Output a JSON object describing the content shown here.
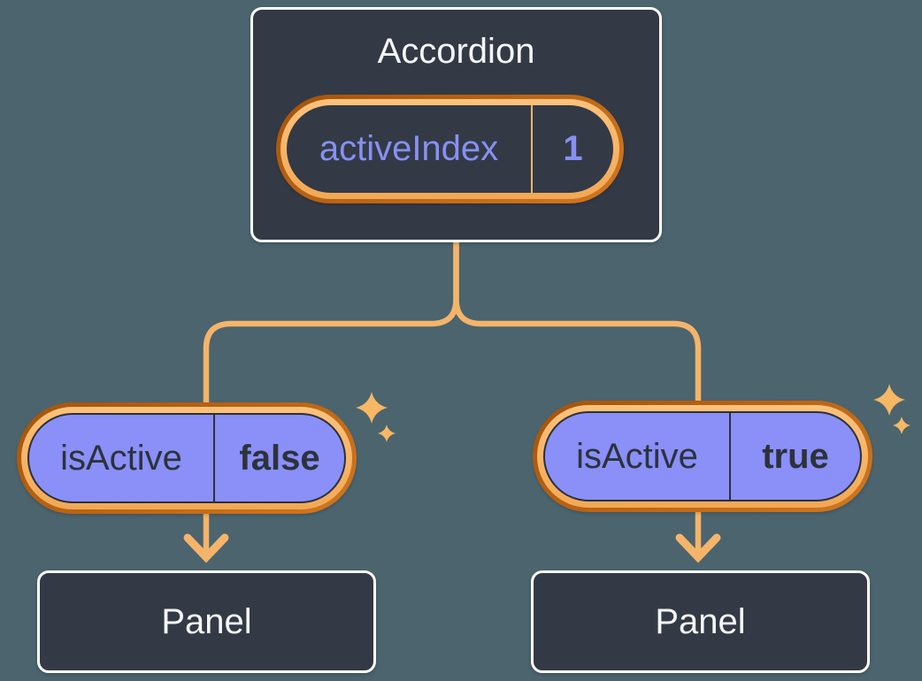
{
  "diagram": {
    "root": {
      "title": "Accordion",
      "pill": {
        "label": "activeIndex",
        "value": "1"
      }
    },
    "children": [
      {
        "pill": {
          "label": "isActive",
          "value": "false"
        },
        "panel": "Panel"
      },
      {
        "pill": {
          "label": "isActive",
          "value": "true"
        },
        "panel": "Panel"
      }
    ]
  },
  "colors": {
    "background": "#4B646E",
    "box_fill": "#333A46",
    "box_border": "#FFFFFF",
    "connector": "#F5B469",
    "sparkle": "#F7B765",
    "pill_ring_outer_dark": "#A5530A",
    "pill_ring_outer_light": "#D2771F",
    "pill_ring_inner_light": "#FBC27C",
    "pill_ring_inner_dark": "#F2A854",
    "pill_purple": "#8A90F8",
    "pill_outline": "#2B303A",
    "text_light": "#F6F7F9",
    "text_dark": "#2D323C",
    "text_periwinkle": "#8790F3"
  }
}
